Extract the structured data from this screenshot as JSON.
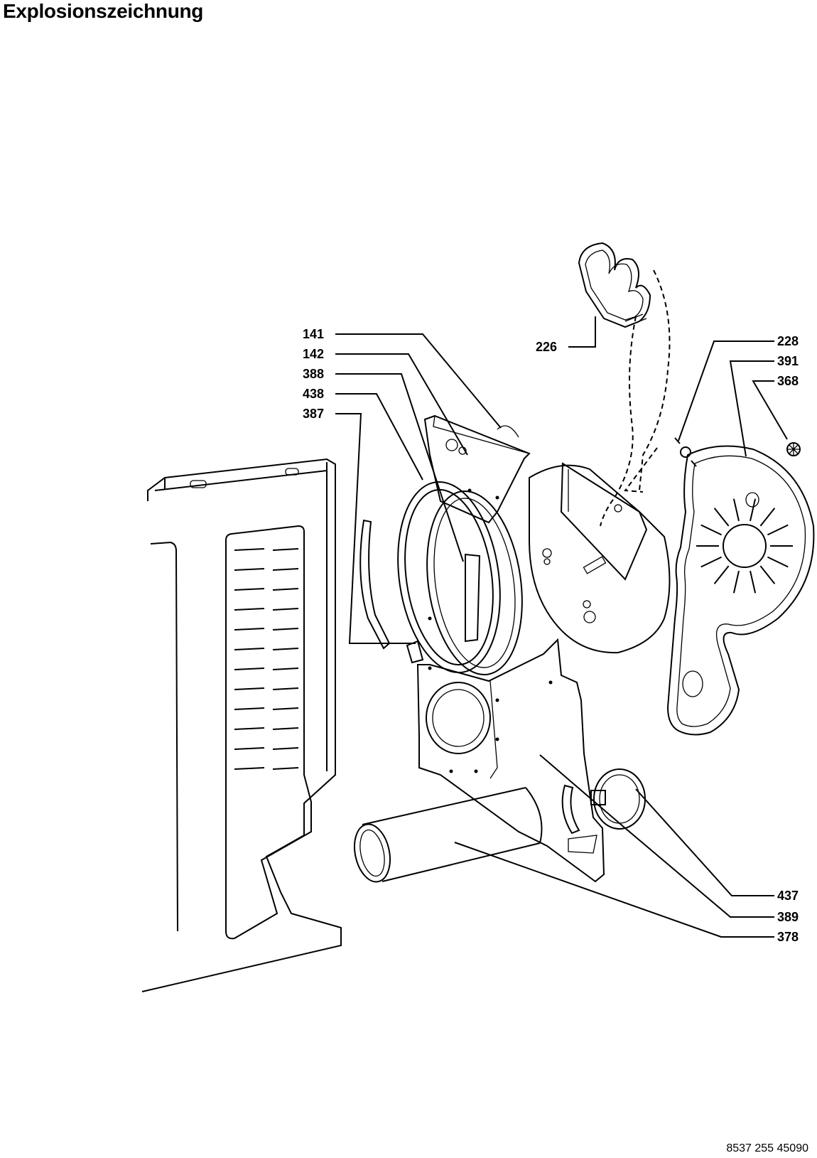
{
  "header": {
    "title": "Explosionszeichnung"
  },
  "footer": {
    "document_number": "8537 255 45090"
  },
  "callouts": {
    "c141": "141",
    "c142": "142",
    "c388": "388",
    "c438": "438",
    "c387": "387",
    "c226": "226",
    "c228": "228",
    "c391": "391",
    "c368": "368",
    "c437": "437",
    "c389": "389",
    "c378": "378"
  }
}
